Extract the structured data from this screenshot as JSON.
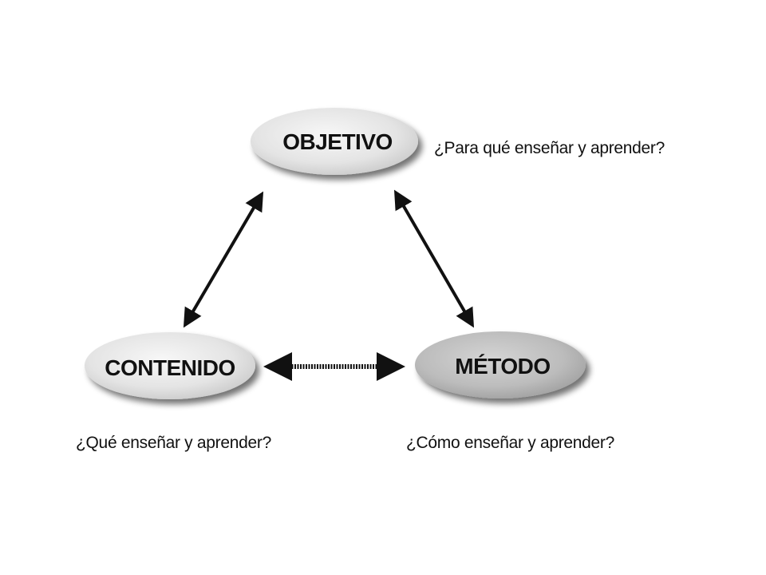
{
  "nodes": {
    "objetivo": {
      "label": "OBJETIVO",
      "question": "¿Para qué enseñar y aprender?"
    },
    "contenido": {
      "label": "CONTENIDO",
      "question": "¿Qué enseñar y aprender?"
    },
    "metodo": {
      "label": "MÉTODO",
      "question": "¿Cómo enseñar y aprender?"
    }
  },
  "colors": {
    "light_ellipse": "#e6e6e6",
    "dark_ellipse": "#bdbdbd",
    "arrow": "#111111"
  }
}
